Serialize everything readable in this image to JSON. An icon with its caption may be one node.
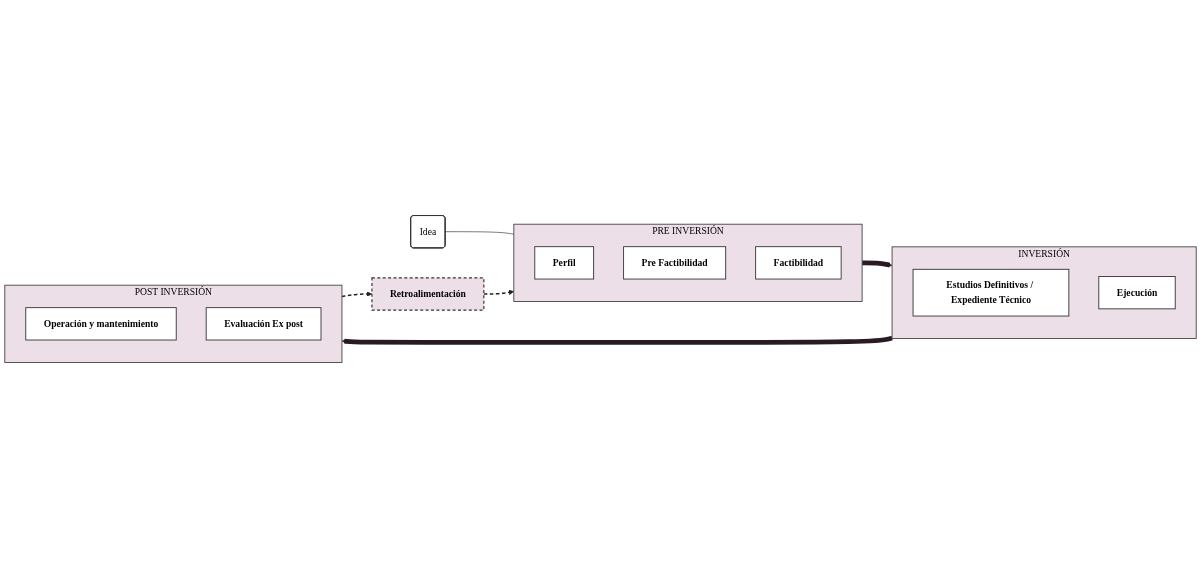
{
  "diagram": {
    "nodes": [
      {
        "text": [
          "Idea"
        ]
      },
      {
        "text": [
          "PRE INVERSIÓN"
        ]
      },
      {
        "text": [
          "Perfil"
        ],
        "in": 1
      },
      {
        "text": [
          "Pre Factibilidad"
        ],
        "in": 1
      },
      {
        "text": [
          "Factibilidad"
        ],
        "in": 1
      },
      {
        "text": [
          "INVERSIÓN"
        ]
      },
      {
        "text": [
          "Estudios Definitivos / Expediente Técnico"
        ],
        "in": 5
      },
      {
        "text": [
          "Ejecución"
        ],
        "in": 5
      },
      {
        "text": [
          "POST INVERSIÓN"
        ]
      },
      {
        "text": [
          "Operación y mantenimiento"
        ],
        "in": 8
      },
      {
        "text": [
          "Evaluación Ex post"
        ],
        "in": 8
      },
      {
        "text": [
          "Retroalimentación"
        ]
      }
    ],
    "edges": [
      {
        "from": 0,
        "to": 1,
        "arrow": "none"
      },
      {
        "from": 1,
        "to": 5,
        "arrow": "to",
        "style": "thick"
      },
      {
        "from": 5,
        "to": 8,
        "arrow": "to",
        "style": "thick"
      },
      {
        "from": 8,
        "to": 11,
        "arrow": "to",
        "style": "dashed"
      },
      {
        "from": 11,
        "to": 1,
        "arrow": "to",
        "style": "dashed"
      }
    ]
  }
}
